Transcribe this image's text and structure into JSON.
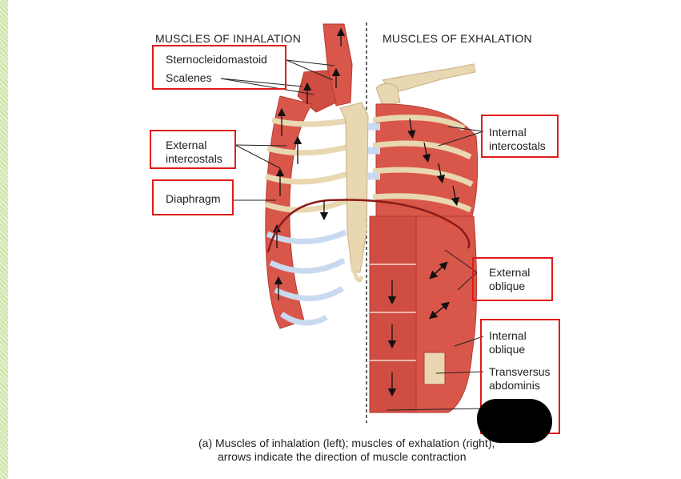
{
  "headers": {
    "inhalation": "MUSCLES OF INHALATION",
    "exhalation": "MUSCLES OF EXHALATION"
  },
  "labels": {
    "sternocleidomastoid": "Sternocleidomastoid",
    "scalenes": "Scalenes",
    "external_intercostals_1": "External",
    "external_intercostals_2": "intercostals",
    "diaphragm": "Diaphragm",
    "internal_intercostals_1": "Internal",
    "internal_intercostals_2": "intercostals",
    "external_oblique_1": "External",
    "external_oblique_2": "oblique",
    "internal_oblique_1": "Internal",
    "internal_oblique_2": "oblique",
    "transversus_1": "Transversus",
    "transversus_2": "abdominis"
  },
  "caption": {
    "line1": "(a) Muscles of inhalation (left); muscles of exhalation (right);",
    "line2": "arrows indicate the direction of muscle contraction"
  },
  "colors": {
    "muscle": "#d9574a",
    "muscle_dark": "#b8382f",
    "bone": "#e8d7b0",
    "cartilage": "#c9daf0",
    "highlight_box": "#e01b1b",
    "divider": "#333333"
  }
}
